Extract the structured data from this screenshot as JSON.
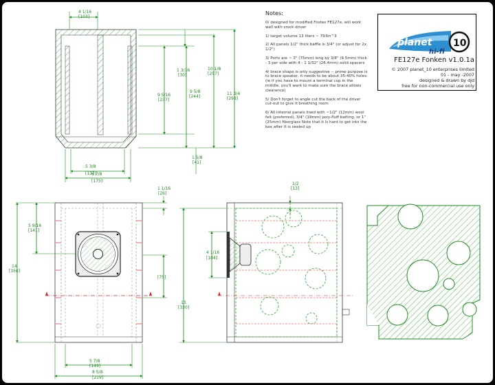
{
  "notes": {
    "title": "Notes:",
    "items": [
      "0/ designed for modified Fostex FE127e, will work well with srock driver",
      "1/ target volume 13 liters ~ 793in^3",
      "2/ All panels 1/2\" thick baffle is 3/4\" (or adjust for 2x 1/2\")",
      "3/ Ports are ~ 3\" (75mm) long by 3/8\" (9.5mm) thick - 3 per side with 4 - 1 1/32\" (26.4mm) solid spacers",
      "4/ brace shape is only suggestive -- prime purpose is to brace speaker, it needs to be about 35-40% holes. (ie if you have to mount a terminal cup in the middle, you'll want to make sure the brace allows clearance)",
      "5/ Don't forget to angle cut the back of the driver cut-out to give it breathing room",
      "6/ All internal panels lined with ~1/2\" (12mm) wool felt (preferred), 3/4\" (19mm) poly-fluff batting, or 1\" (25mm) fiberglass Note that it is hard to get into the box after it is sealed up"
    ]
  },
  "titleblock": {
    "logo_word": "planet",
    "logo_sub": "hi-fi",
    "logo_num": "10",
    "title": "FE127e Fonken  v1.0.1a",
    "line1": "© 2007 planet_10 enterprises limited",
    "line2": "01 - may -2007",
    "line3": "designed & drawn by djd",
    "line4": "free for non-commercial use only"
  },
  "dims": {
    "top_width": "4 1/16",
    "top_width_mm": "[103]",
    "d1": "1 3/16",
    "d1_mm": "[30]",
    "d2": "9 5/16",
    "d2_mm": "[237]",
    "d3": "9 5/8",
    "d3_mm": "[244]",
    "d4": "10 1/8",
    "d4_mm": "[257]",
    "d5": "11 3/4",
    "d5_mm": "[298]",
    "d6": "1 5/8",
    "d6_mm": "[41]",
    "w1": "5 3/8",
    "w1_mm": "[137]",
    "w2": "6 7/8",
    "w2_mm": "[175]",
    "f1": "1 1/16",
    "f1_mm": "[26]",
    "f2": "5 9/16",
    "f2_mm": "[141]",
    "f3": "14",
    "f3_mm": "[356]",
    "f4": "[75]",
    "f5": "5 7/8",
    "f5_mm": "[149]",
    "f6": "8 5/8",
    "f6_mm": "[219]",
    "s1": "1/2",
    "s1_mm": "[13]",
    "s2": "4 1/16",
    "s2_mm": "[104]",
    "s3": "13",
    "s3_mm": "[330]"
  },
  "colors": {
    "line": "#1a1a1a",
    "dim": "#1a8a1a",
    "brace": "#22aa22",
    "cut": "#dd2222"
  }
}
